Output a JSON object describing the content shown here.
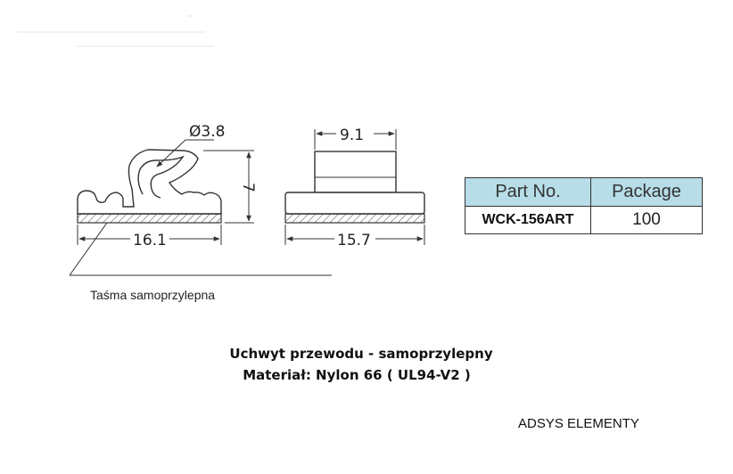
{
  "drawing": {
    "left_view": {
      "diameter_label": "Ø3.8",
      "height_label": "7",
      "width_label": "16.1"
    },
    "right_view": {
      "top_width_label": "9.1",
      "base_width_label": "15.7"
    },
    "tape_note": "Taśma samoprzylepna"
  },
  "table": {
    "header": {
      "part_no": "Part No.",
      "package": "Package"
    },
    "row": {
      "part_no": "WCK-156ART",
      "package": "100"
    },
    "header_color": "#b7dde8"
  },
  "caption": {
    "line1": "Uchwyt przewodu - samoprzylepny",
    "line2": "Materiał:  Nylon 66  ( UL94-V2 )"
  },
  "brand": "ADSYS ELEMENTY"
}
